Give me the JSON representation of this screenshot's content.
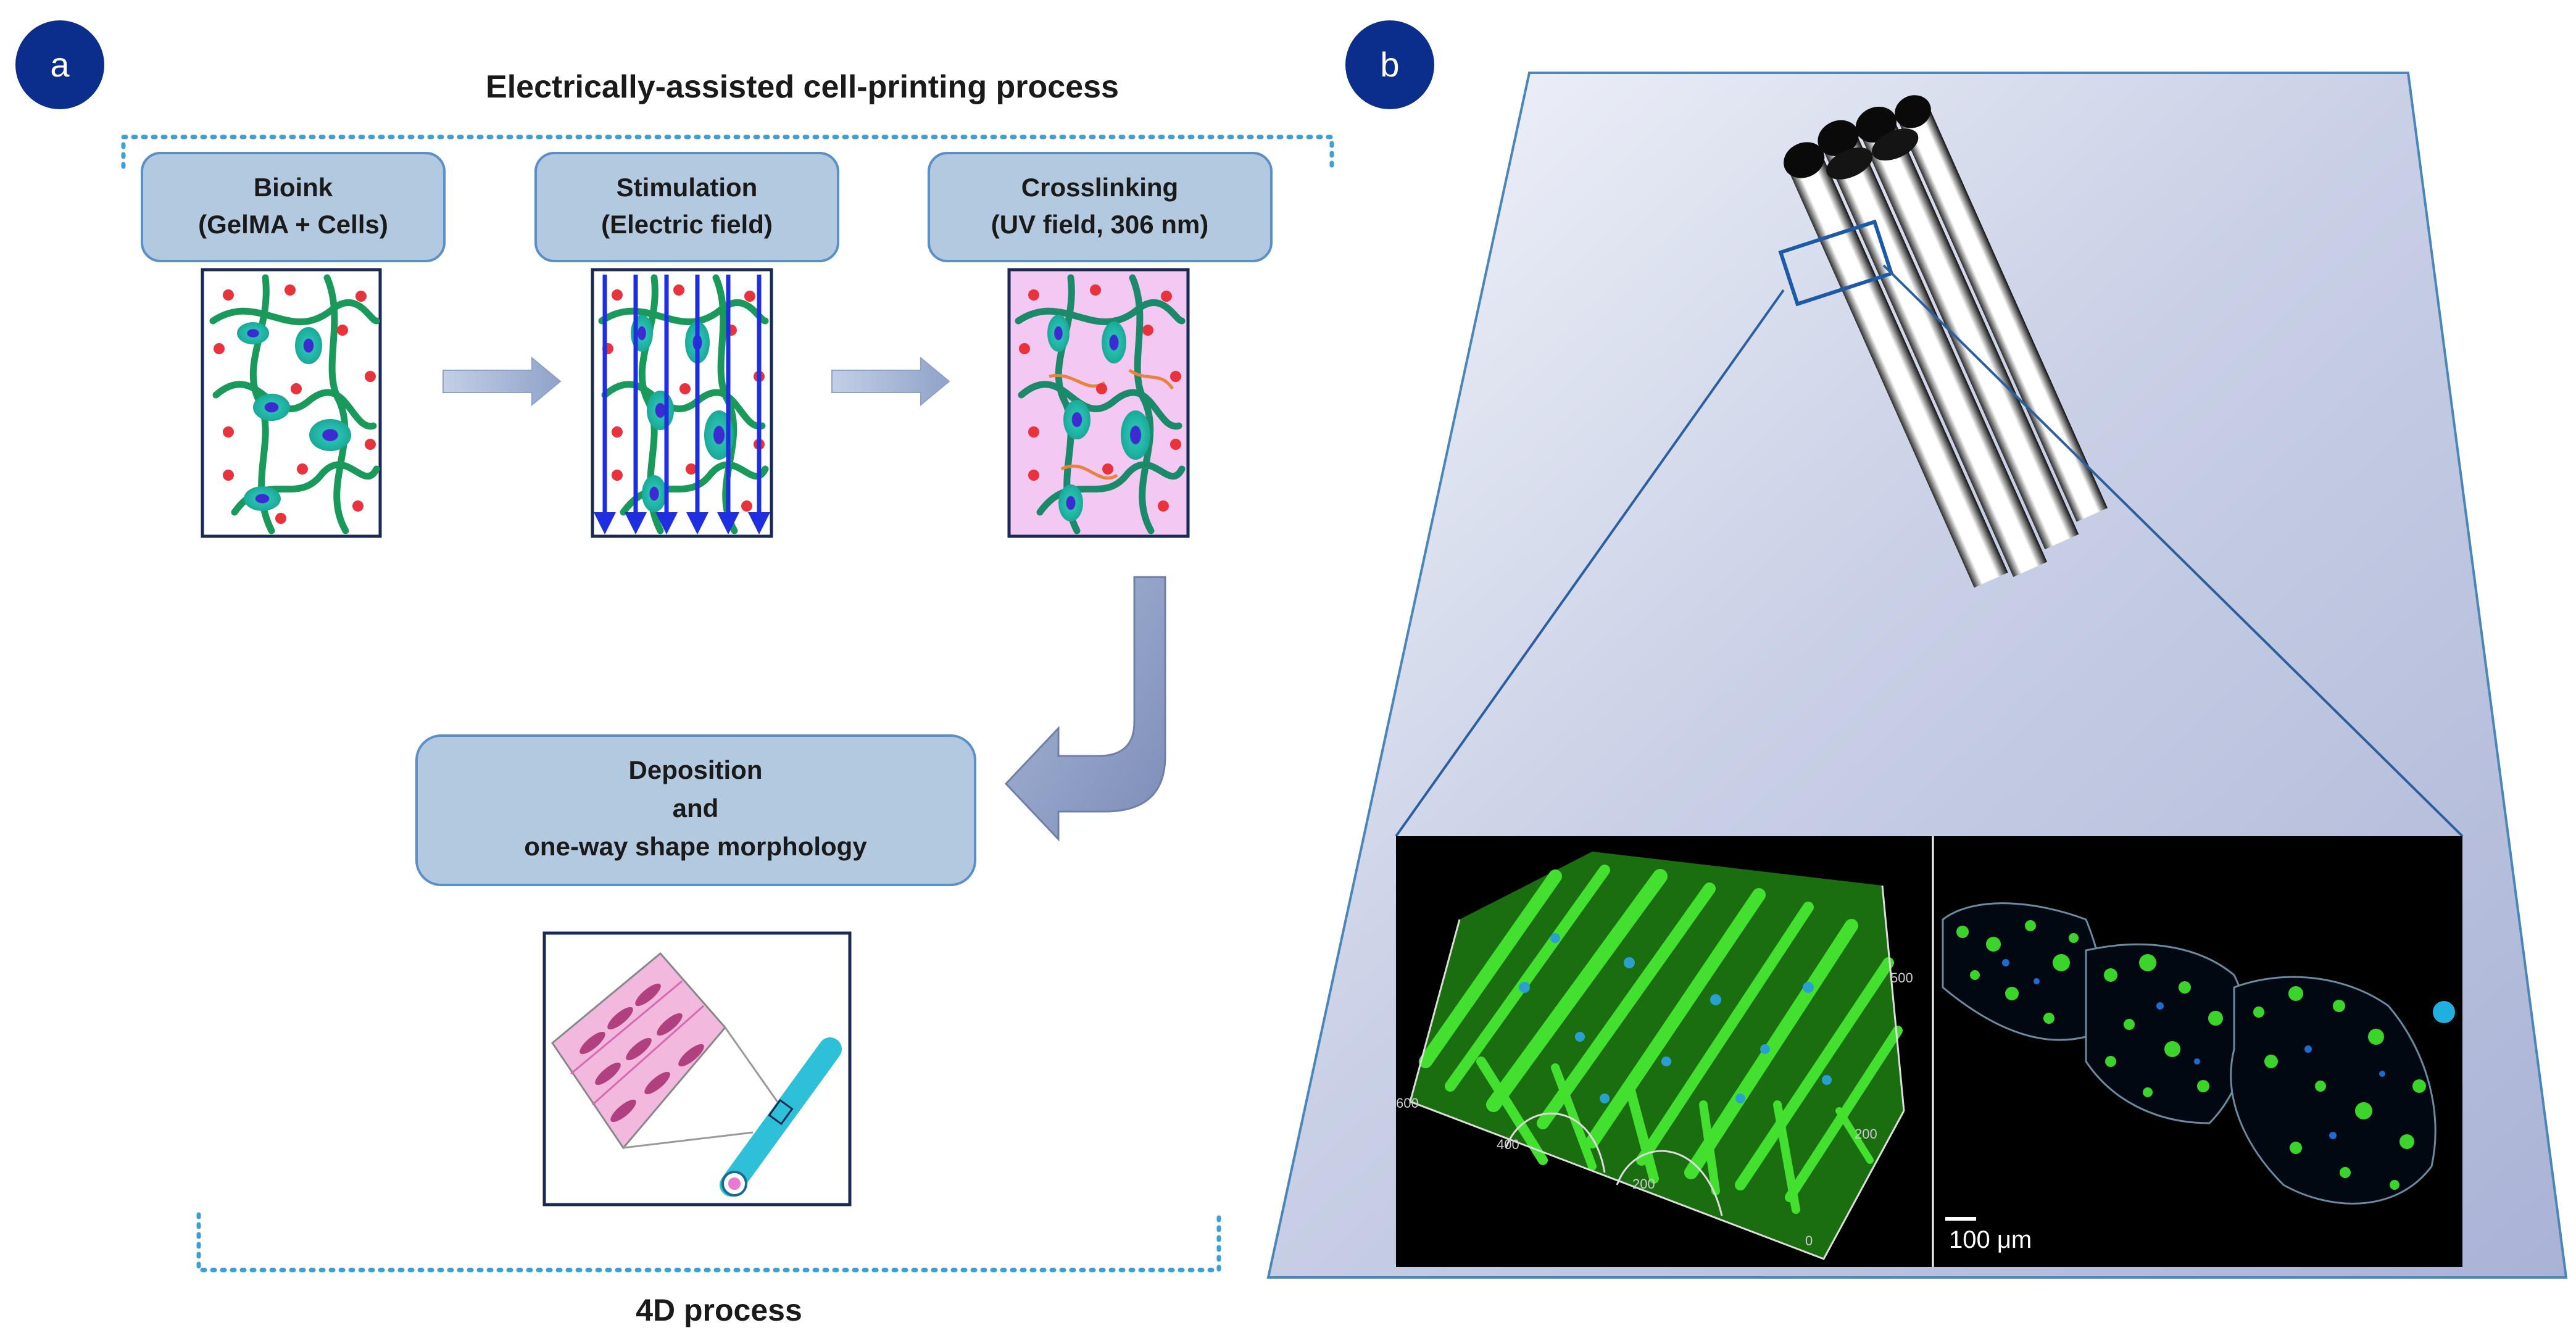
{
  "panel_a": {
    "badge": "a",
    "title": "Electrically-assisted cell-printing process",
    "steps": [
      {
        "line1": "Bioink",
        "line2": "(GelMA + Cells)"
      },
      {
        "line1": "Stimulation",
        "line2": "(Electric field)"
      },
      {
        "line1": "Crosslinking",
        "line2": "(UV field, 306 nm)"
      }
    ],
    "deposition": {
      "line1": "Deposition",
      "line2": "and",
      "line3": "one-way shape morphology"
    },
    "bottom_label": "4D process"
  },
  "panel_b": {
    "badge": "b",
    "scale_bar": "100 μm",
    "axis_ticks": [
      "600",
      "400",
      "200",
      "0",
      "200",
      "500"
    ]
  },
  "colors": {
    "badge": "#0b2d8c",
    "box_fill": "#b3c9e0",
    "box_stroke": "#5b8fc7",
    "dotted": "#3aa0d8",
    "fiber_green": "#1a9a5a",
    "red_dot": "#e8323c",
    "field_blue": "#1f2fe0",
    "uv_pink": "#f3c8f2",
    "micrograph_green": "#3ad42a"
  }
}
